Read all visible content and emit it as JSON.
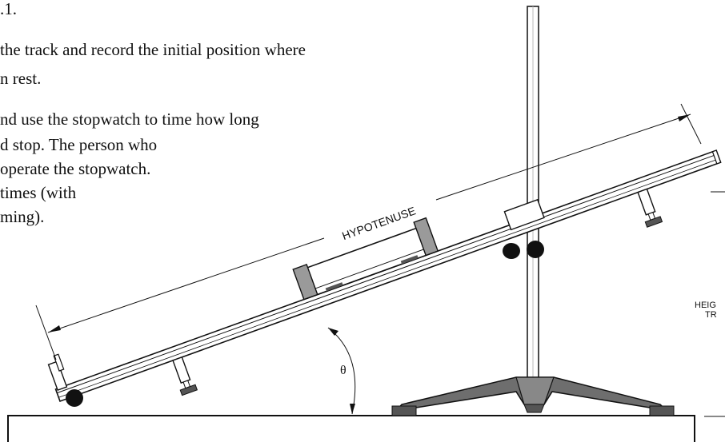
{
  "text_lines": [
    ".1.",
    " the track and record the initial position where",
    "n rest.",
    "nd use the stopwatch to time how long",
    "d stop.  The person who",
    " operate the stopwatch.",
    " times (with",
    "ming)."
  ],
  "labels": {
    "hypotenuse": "HYPOTENUSE",
    "theta": "θ",
    "height_line1": "HEIG",
    "height_line2": "TR"
  },
  "colors": {
    "ink": "#111111",
    "stand_gray": "#6e6e6e",
    "cart_gray": "#9a9a9a"
  }
}
